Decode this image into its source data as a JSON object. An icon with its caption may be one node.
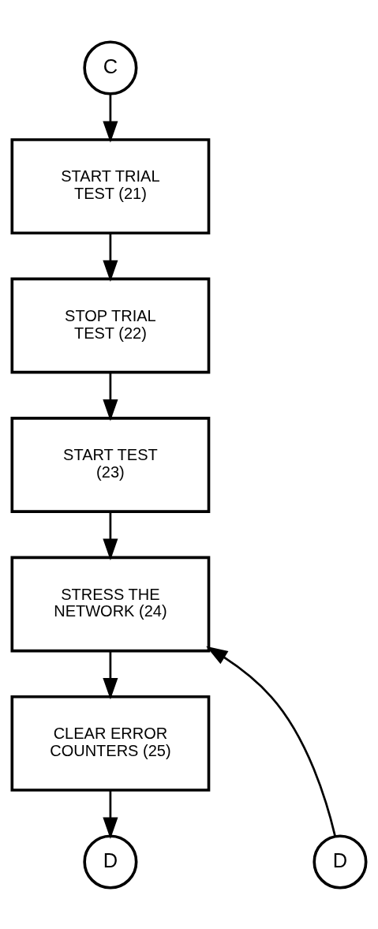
{
  "diagram": {
    "nodes": [
      {
        "text": [
          "C"
        ]
      },
      {
        "text": [
          "START TRIAL TEST (21)"
        ]
      },
      {
        "text": [
          "STOP TRIAL TEST (22)"
        ]
      },
      {
        "text": [
          "START TEST (23)"
        ]
      },
      {
        "text": [
          "STRESS THE NETWORK (24)"
        ]
      },
      {
        "text": [
          "CLEAR ERROR COUNTERS (25)"
        ]
      },
      {
        "text": [
          "D"
        ]
      },
      {
        "text": [
          "D"
        ]
      }
    ],
    "edges": [
      {
        "from": 0,
        "to": 1,
        "arrow": "to"
      },
      {
        "from": 1,
        "to": 2,
        "arrow": "to"
      },
      {
        "from": 2,
        "to": 3,
        "arrow": "to"
      },
      {
        "from": 3,
        "to": 4,
        "arrow": "to"
      },
      {
        "from": 4,
        "to": 5,
        "arrow": "to"
      },
      {
        "from": 5,
        "to": 6,
        "arrow": "to"
      },
      {
        "from": 7,
        "to": 4,
        "arrow": "to"
      }
    ]
  }
}
